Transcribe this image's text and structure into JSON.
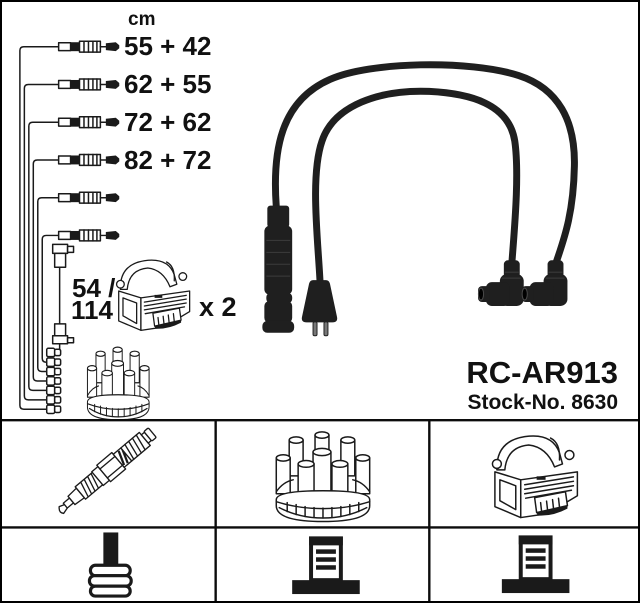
{
  "product": {
    "code": "RC-AR913",
    "stock_no": "Stock-No. 8630"
  },
  "diagram": {
    "unit_label": "cm",
    "cable_lengths": [
      "55 + 42",
      "62 + 55",
      "72 + 62",
      "82 + 72"
    ],
    "coil_wire_length_line1": "54 /",
    "coil_wire_length_line2": "114",
    "quantity_label": "x 2"
  },
  "icons": {
    "top_section": [
      "ignition-lead-row",
      "coil-wire",
      "ignition-coil",
      "distributor-cap",
      "lead-set-photo"
    ],
    "table_row1": [
      "spark-plug",
      "distributor-cap",
      "ignition-coil"
    ],
    "table_row2": [
      "plug-boot-connector",
      "distributor-connector",
      "coil-connector"
    ]
  },
  "colors": {
    "ink": "#1a1a1a",
    "photo_black": "#1f1f1f",
    "background": "#ffffff",
    "border": "#000000"
  }
}
